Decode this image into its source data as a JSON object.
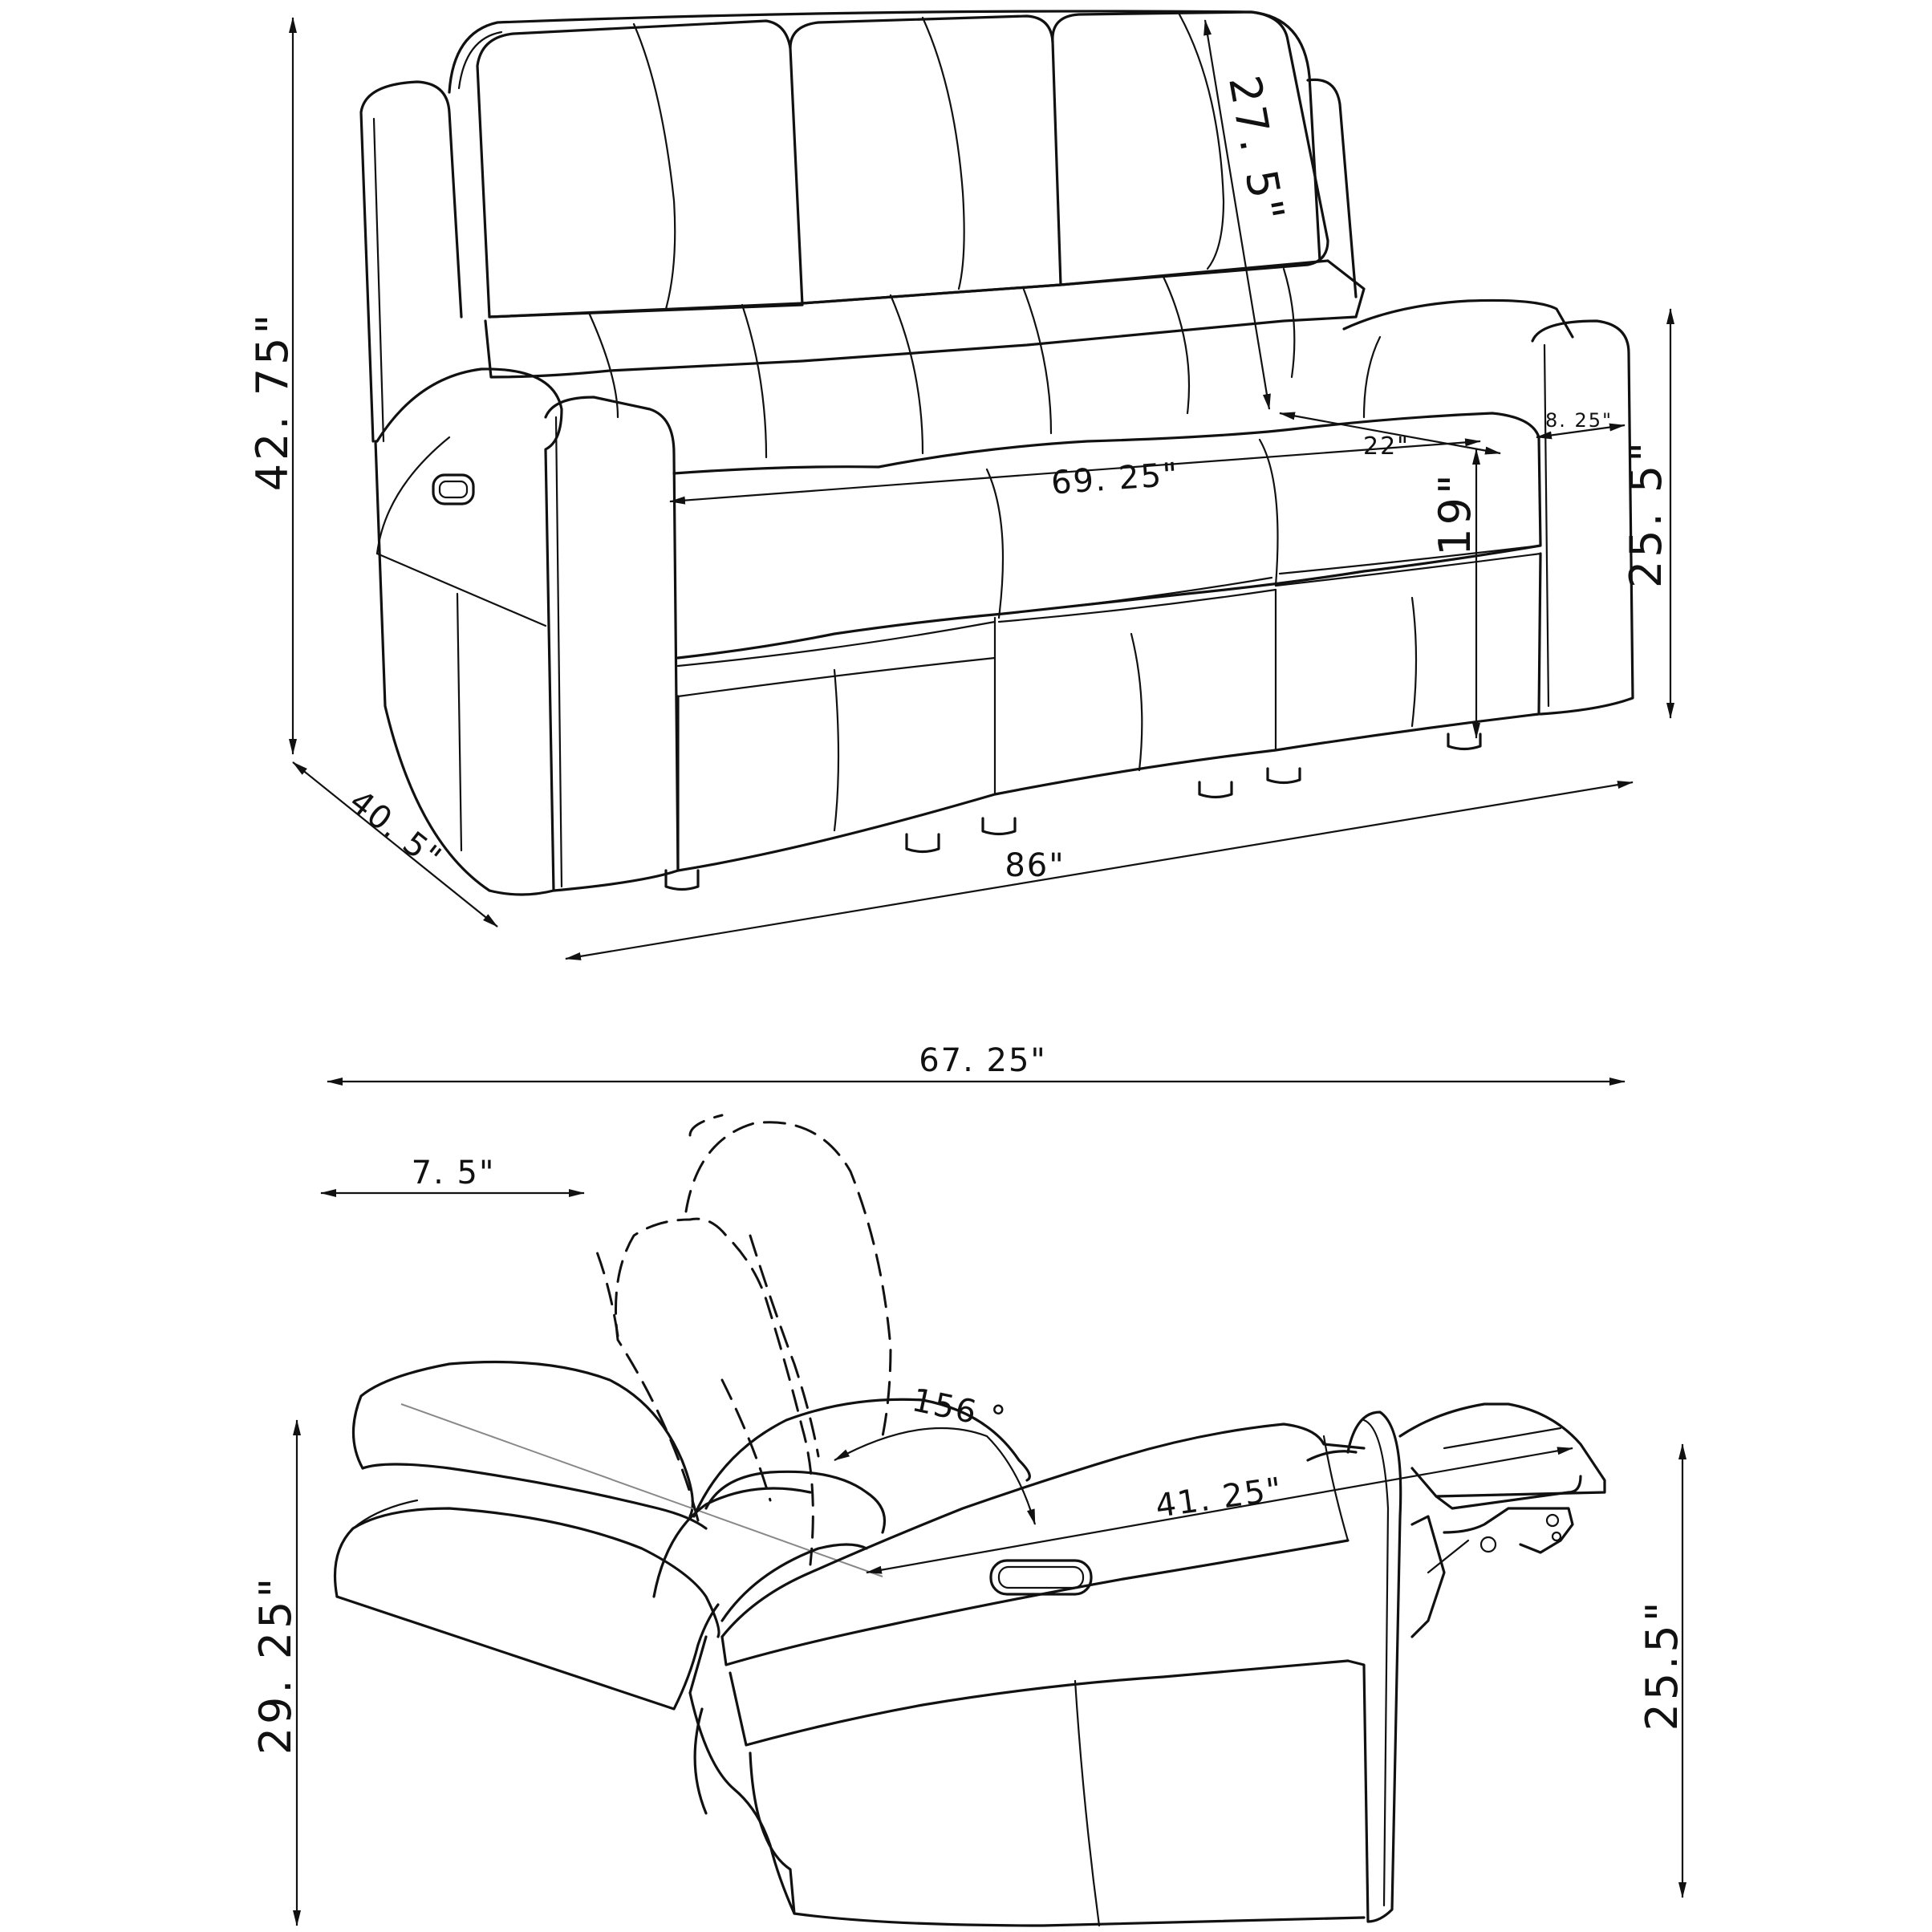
{
  "front_view": {
    "height_total": "42. 75\"",
    "depth": "40. 5\"",
    "width_total": "86\"",
    "seat_width": "69. 25\"",
    "back_height": "27. 5\"",
    "seat_depth": "22\"",
    "seat_height": "19\"",
    "arm_width": "8. 25\"",
    "arm_height": "25. 5\""
  },
  "side_view": {
    "reclined_length": "67. 25\"",
    "wall_clearance": "7. 5\"",
    "recline_angle": "156 °",
    "reclined_depth": "41. 25\"",
    "side_height": "29. 25\"",
    "side_arm_height": "25.5\""
  }
}
